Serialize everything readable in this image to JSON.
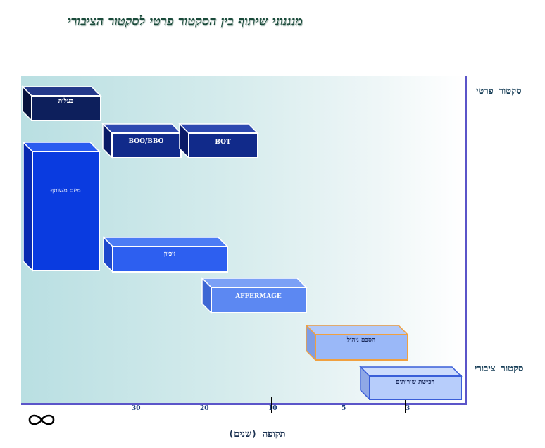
{
  "title": "מנגנוני שיתוף בין הסקטור פרטי לסקטור הציבורי",
  "y_top_label": "סקטור פרטי",
  "y_bottom_label": "סקטור ציבורי",
  "x_label": "תקופה (שנים)",
  "x_ticks": [
    "30",
    "20",
    "10",
    "5",
    "3"
  ],
  "infinity_icon": "infinity-icon",
  "mechanisms": [
    {
      "label": "בעלות",
      "front": "#0d1f5c",
      "top": "#24398a",
      "side": "#07133d",
      "dark_text": false,
      "border": "#ffffff"
    },
    {
      "label": "BOO/BBO",
      "front": "#112a8a",
      "top": "#2e49b0",
      "side": "#0a1a66",
      "dark_text": false,
      "border": "#ffffff"
    },
    {
      "label": "BOT",
      "front": "#112a8a",
      "top": "#2e49b0",
      "side": "#0a1a66",
      "dark_text": false,
      "border": "#ffffff"
    },
    {
      "label": "מיזם משותף",
      "front": "#0a3be0",
      "top": "#2a5cf0",
      "side": "#0629b0",
      "dark_text": false,
      "border": "#ffffff"
    },
    {
      "label": "זיכיון",
      "front": "#2d5ff0",
      "top": "#4c7cf5",
      "side": "#1d48cc",
      "dark_text": false,
      "border": "#ffffff"
    },
    {
      "label": "AFFERMAGE",
      "front": "#5c88f2",
      "top": "#7ba0f6",
      "side": "#3e67d4",
      "dark_text": false,
      "border": "#ffffff"
    },
    {
      "label": "הסכם ניהול",
      "front": "#9ab8f8",
      "top": "#b2c9fa",
      "side": "#7f9de4",
      "dark_text": true,
      "border": "#f0a040"
    },
    {
      "label": "רכישת שירותים",
      "front": "#b7cdfb",
      "top": "#cddcfc",
      "side": "#8fa8e6",
      "dark_text": true,
      "border": "#3a5ed8"
    }
  ]
}
